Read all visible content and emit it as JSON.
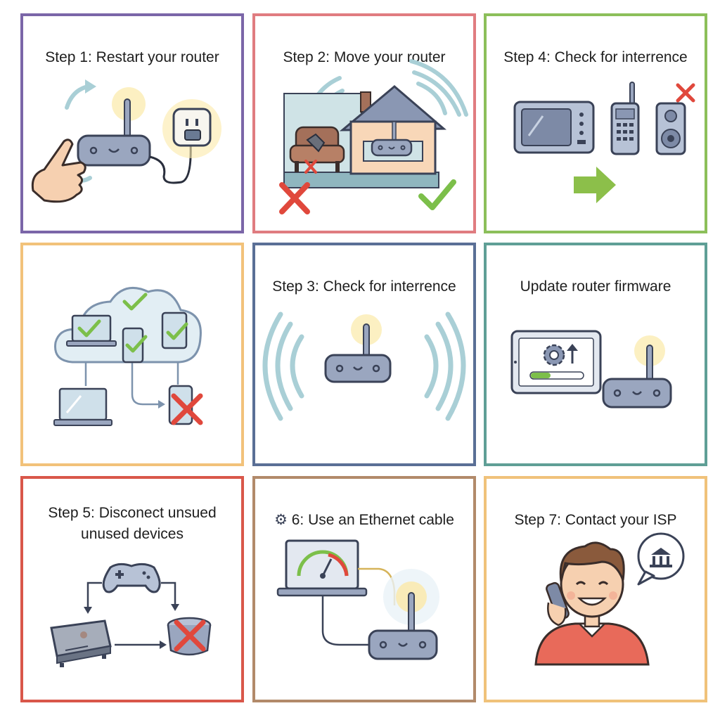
{
  "panels": [
    {
      "id": "p1",
      "title": "Step 1: Restart your router",
      "color": "#7b66a8"
    },
    {
      "id": "p2",
      "title": "Step 2: Move your router",
      "color": "#e07c80"
    },
    {
      "id": "p3",
      "title": "Step 4: Check for interrence",
      "color": "#8cbf5a"
    },
    {
      "id": "p4",
      "title": "",
      "color": "#f2c27a"
    },
    {
      "id": "p5",
      "title": "Step 3: Check for interrence",
      "color": "#5a6f96"
    },
    {
      "id": "p6",
      "title": "Update router firmware",
      "color": "#5f9f96"
    },
    {
      "id": "p7",
      "title_line1": "Step 5: Disconect unsued",
      "title_line2": "unused devices",
      "color": "#d9574a"
    },
    {
      "id": "p8",
      "title": "6: Use an Ethernet cable",
      "color": "#b28a6a"
    },
    {
      "id": "p9",
      "title": "Step 7: Contact your ISP",
      "color": "#f0c27a"
    }
  ],
  "colors": {
    "router": "#9aa6bf",
    "router_dark": "#3a4257",
    "wave": "#a9cfd6",
    "check": "#7cbf4a",
    "cross": "#e0483c",
    "glow": "#fbe9a8"
  },
  "icons": [
    "router-icon",
    "hand-icon",
    "power-outlet-icon",
    "refresh-arrow-icon",
    "house-icon",
    "armchair-icon",
    "microwave-icon",
    "cordless-phone-icon",
    "speaker-icon",
    "arrow-right-icon",
    "cloud-icon",
    "laptop-icon",
    "phone-icon",
    "tablet-icon",
    "gear-icon",
    "game-controller-icon",
    "console-icon",
    "smart-speaker-icon",
    "speedometer-icon",
    "bank-icon",
    "person-icon",
    "check-icon",
    "cross-icon"
  ]
}
